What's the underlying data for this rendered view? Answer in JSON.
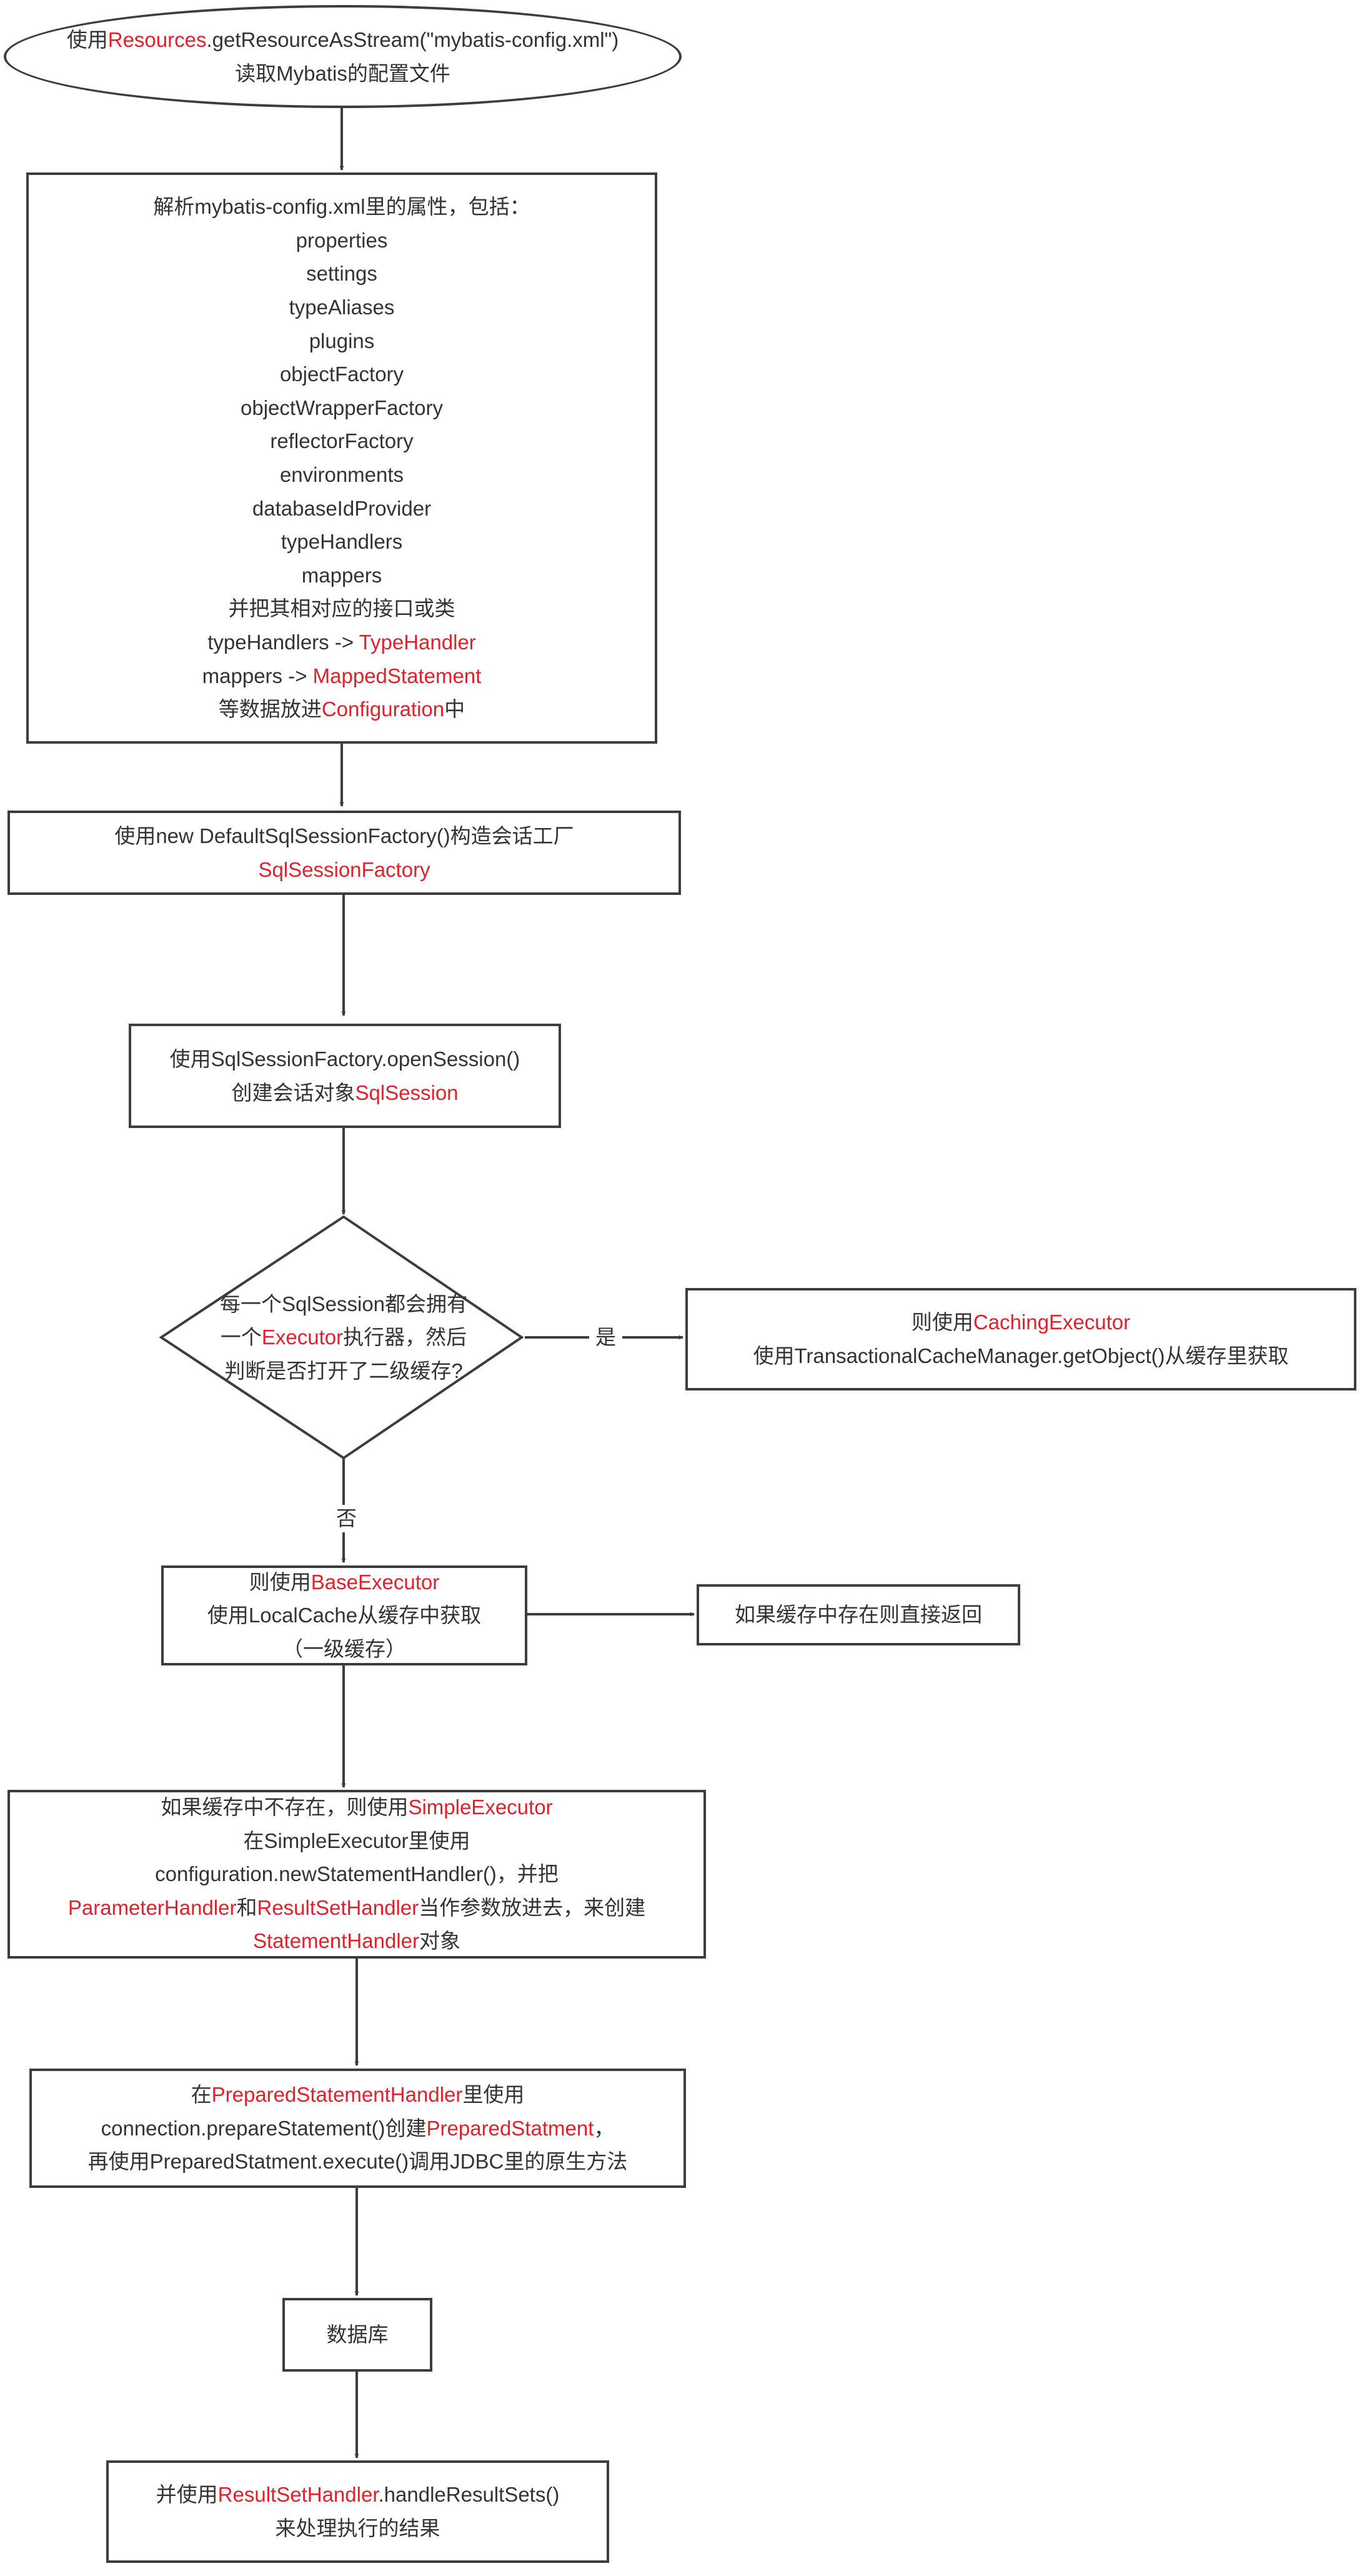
{
  "nodes": {
    "read_config": {
      "line1_prefix": "使用",
      "line1_hl": "Resources",
      "line1_suffix": ".getResourceAsStream(\"mybatis-config.xml\")",
      "line2": "读取Mybatis的配置文件"
    },
    "parse_config": {
      "intro": "解析mybatis-config.xml里的属性，包括：",
      "properties": [
        "properties",
        "settings",
        "typeAliases",
        "plugins",
        "objectFactory",
        "objectWrapperFactory",
        "reflectorFactory",
        "environments",
        "databaseIdProvider",
        "typeHandlers",
        "mappers"
      ],
      "mapping_intro": "并把其相对应的接口或类",
      "map1_prefix": "typeHandlers -> ",
      "map1_hl": "TypeHandler",
      "map2_prefix": "mappers -> ",
      "map2_hl": "MappedStatement",
      "outro_prefix": "等数据放进",
      "outro_hl": "Configuration",
      "outro_suffix": "中"
    },
    "build_factory": {
      "line1": "使用new DefaultSqlSessionFactory()构造会话工厂",
      "line2_hl": "SqlSessionFactory"
    },
    "open_session": {
      "line1": "使用SqlSessionFactory.openSession()",
      "line2_prefix": "创建会话对象",
      "line2_hl": "SqlSession"
    },
    "decision": {
      "line1": "每一个SqlSession都会拥有",
      "line2_prefix": "一个",
      "line2_hl": "Executor",
      "line2_suffix": "执行器，然后",
      "line3": "判断是否打开了二级缓存?"
    },
    "caching_executor": {
      "line1_prefix": "则使用",
      "line1_hl": "CachingExecutor",
      "line2": "使用TransactionalCacheManager.getObject()从缓存里获取"
    },
    "base_executor": {
      "line1_prefix": "则使用",
      "line1_hl": "BaseExecutor",
      "line2": "使用LocalCache从缓存中获取",
      "line3": "（一级缓存）"
    },
    "return_cached": {
      "line1": "如果缓存中存在则直接返回"
    },
    "simple_executor": {
      "line1_prefix": "如果缓存中不存在，则使用",
      "line1_hl": "SimpleExecutor",
      "line2": "在SimpleExecutor里使用",
      "line3": "configuration.newStatementHandler()，并把",
      "line4_hl1": "ParameterHandler",
      "line4_mid": "和",
      "line4_hl2": "ResultSetHandler",
      "line4_suffix": "当作参数放进去，来创建",
      "line5_hl": "StatementHandler",
      "line5_suffix": "对象"
    },
    "prepared_statement": {
      "line1_prefix": "在",
      "line1_hl": "PreparedStatementHandler",
      "line1_suffix": "里使用",
      "line2_prefix": "connection.prepareStatement()创建",
      "line2_hl": "PreparedStatment",
      "line2_suffix": "，",
      "line3": "再使用PreparedStatment.execute()调用JDBC里的原生方法"
    },
    "database": {
      "line1": "数据库"
    },
    "handle_results": {
      "line1_prefix": "并使用",
      "line1_hl": "ResultSetHandler",
      "line1_suffix": ".handleResultSets()",
      "line2": "来处理执行的结果"
    }
  },
  "edge_labels": {
    "yes": "是",
    "no": "否"
  },
  "colors": {
    "highlight": "#e0212b",
    "text": "#333333",
    "border": "#3d3d3d",
    "background": "#ffffff"
  }
}
